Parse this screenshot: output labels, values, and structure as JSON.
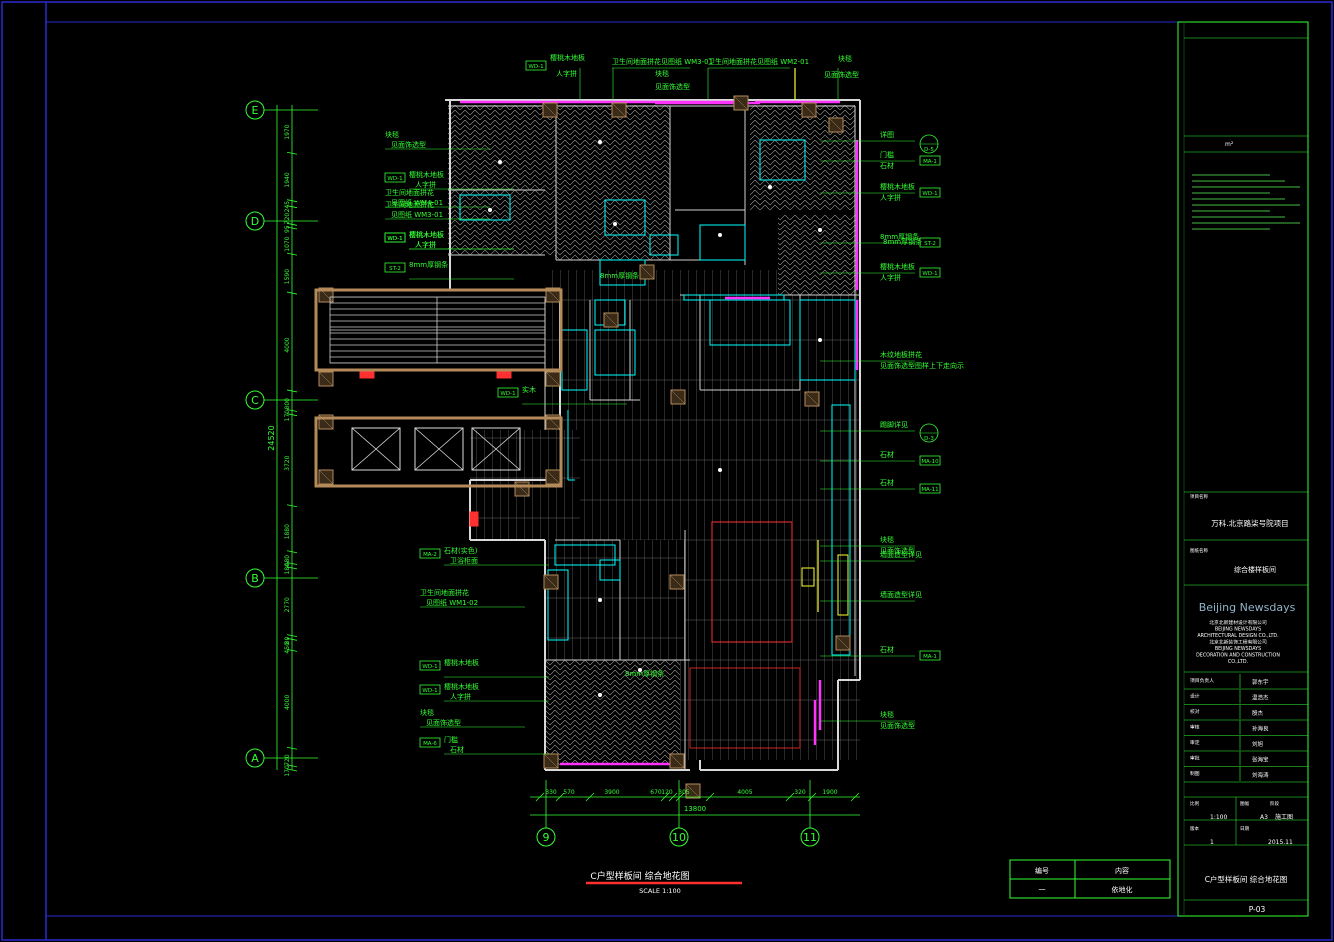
{
  "drawing": {
    "caption": "C户型样板间 综合地花图",
    "scale": "SCALE 1:100",
    "colors": {
      "background": "#000000",
      "frame": "#2a2ad0",
      "dim": "#33ff33",
      "wall": "#d9d9d9",
      "cyan": "#00ffff",
      "magenta": "#ff33ff",
      "yellow": "#ffff33",
      "red": "#ff3030",
      "white": "#ffffff",
      "tan": "#b48a5a"
    }
  },
  "grid": {
    "rows": [
      "E",
      "D",
      "C",
      "B",
      "A"
    ],
    "cols": [
      "9",
      "10",
      "11"
    ],
    "left_dims": [
      "1970",
      "1940",
      "245",
      "720",
      "95",
      "1070",
      "1590",
      "4000",
      "800",
      "170",
      "3720",
      "1880",
      "480",
      "180",
      "2770",
      "80",
      "450",
      "4000",
      "720",
      "170"
    ],
    "left_total": "24520",
    "bottom_dims": [
      "330",
      "570",
      "3900",
      "670",
      "120",
      "305",
      "4005",
      "320",
      "1900"
    ],
    "bottom_total": "13800"
  },
  "labels_left": [
    {
      "tag": "WD-1",
      "text": "樱桃木地板",
      "sub": "人字拼"
    },
    {
      "tag": "",
      "text": "卫生间地面拼花",
      "sub": "见图纸 WM3-01"
    },
    {
      "tag": "",
      "text": "块毯",
      "sub": "见面饰选型"
    },
    {
      "tag": "WD-1",
      "text": "樱桃木地板",
      "sub": "人字拼"
    },
    {
      "tag": "",
      "text": "卫生间地面拼花",
      "sub": "见图纸 WM4-01"
    },
    {
      "tag": "WD-1",
      "text": "樱桃木地板",
      "sub": "人字拼"
    },
    {
      "tag": "ST-2",
      "text": "8mm厚钢条",
      "sub": ""
    },
    {
      "tag": "WD-1",
      "text": "实木",
      "sub": ""
    },
    {
      "tag": "MA-2",
      "text": "石材(实色)",
      "sub": "卫浴柜面"
    },
    {
      "tag": "",
      "text": "卫生间地面拼花",
      "sub": "见图纸 WM1-02"
    },
    {
      "tag": "WD-1",
      "text": "樱桃木地板",
      "sub": ""
    },
    {
      "tag": "WD-1",
      "text": "樱桃木地板",
      "sub": "人字拼"
    },
    {
      "tag": "",
      "text": "块毯",
      "sub": "见面饰选型"
    },
    {
      "tag": "MA-6",
      "text": "门槛",
      "sub": "石材"
    }
  ],
  "labels_top": [
    {
      "tag": "",
      "text": "卫生间地面拼花见图纸 WM3-01"
    },
    {
      "tag": "",
      "text": "卫生间地面拼花见图纸 WM2-01"
    },
    {
      "tag": "",
      "text": "块毯"
    },
    {
      "tag": "",
      "text": "见面饰选型"
    },
    {
      "tag": "",
      "text": "块毯"
    },
    {
      "tag": "",
      "text": "见面饰选型"
    }
  ],
  "labels_right": [
    {
      "tag": "",
      "text": "详图",
      "sub": ""
    },
    {
      "tag": "MA-1",
      "text": "门槛",
      "sub": "石材"
    },
    {
      "tag": "WD-1",
      "text": "樱桃木地板",
      "sub": "人字拼"
    },
    {
      "tag": "ST-2",
      "text": "8mm厚钢条",
      "sub": ""
    },
    {
      "tag": "WD-1",
      "text": "樱桃木地板",
      "sub": "人字拼"
    },
    {
      "tag": "",
      "text": "木纹地板拼花",
      "sub": "见面饰选型图样上下走向示"
    },
    {
      "tag": "",
      "text": "踢脚详见",
      "sub": ""
    },
    {
      "tag": "MA-10",
      "text": "石材",
      "sub": ""
    },
    {
      "tag": "MA-11",
      "text": "石材",
      "sub": ""
    },
    {
      "tag": "",
      "text": "块毯",
      "sub": "见面饰选型"
    },
    {
      "tag": "",
      "text": "墙面造型详见",
      "sub": ""
    },
    {
      "tag": "",
      "text": "墙面造型详见",
      "sub": ""
    },
    {
      "tag": "MA-1",
      "text": "石材",
      "sub": ""
    },
    {
      "tag": "",
      "text": "块毯",
      "sub": "见面饰选型"
    }
  ],
  "titleblock": {
    "project_title_label": "项目名称",
    "project_title": "万科.北京路柒号院项目",
    "drawing_name_label": "图纸名称",
    "drawing_name": "综合楼样板间",
    "company_logo": "Beijing Newsdays",
    "company_lines": [
      "北京北新建材设计有限公司",
      "BEIJING NEWSDAYS",
      "ARCHITECTURAL DESIGN CO.,LTD.",
      "北京北新装饰工程有限公司",
      "BEIJING NEWSDAYS",
      "DECORATION AND CONSTRUCTION",
      "CO.,LTD."
    ],
    "people": [
      {
        "label": "项目负责人",
        "value": "郭东宇"
      },
      {
        "label": "设计",
        "value": "温浩杰"
      },
      {
        "label": "校对",
        "value": "殷杰"
      },
      {
        "label": "审核",
        "value": "孙海良"
      },
      {
        "label": "审定",
        "value": "刘旭"
      },
      {
        "label": "审批",
        "value": "张海宝"
      },
      {
        "label": "制图",
        "value": "刘海涛"
      }
    ],
    "scale_label": "比例",
    "scale_value": "1:100",
    "sheet_size_label": "图幅",
    "sheet_size": "A3",
    "stage_label": "阶段",
    "stage_value": "施工图",
    "version_label": "版本",
    "version_value": "1",
    "date_label": "日期",
    "date_value": "2015.11",
    "sheet_title": "C户型样板间 综合地花图",
    "sheet_number": "P-03",
    "revision_header": [
      "编号",
      "内容"
    ],
    "revision_row": [
      "一",
      "依地化"
    ]
  }
}
